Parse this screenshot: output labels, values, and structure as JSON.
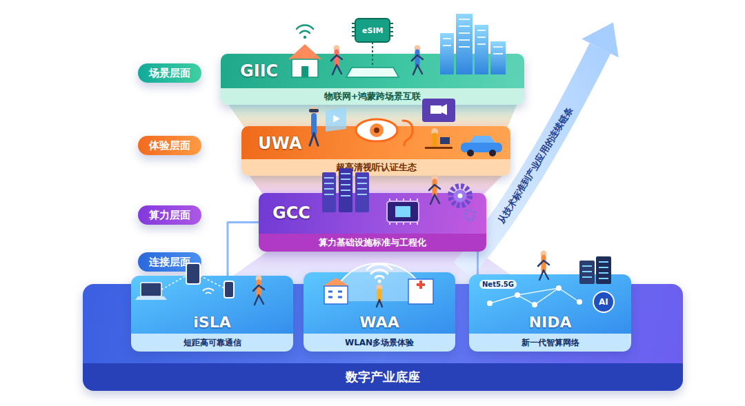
{
  "diagram": {
    "nodes": [
      {
        "text": [
          "场景层面"
        ]
      },
      {
        "text": [
          "GIIC",
          "物联网+鸿蒙跨场景互联"
        ]
      },
      {
        "text": [
          "体验层面"
        ]
      },
      {
        "text": [
          "UWA",
          "超高清视听认证生态"
        ]
      },
      {
        "text": [
          "算力层面"
        ]
      },
      {
        "text": [
          "GCC",
          "算力基础设施标准与工程化"
        ]
      },
      {
        "text": [
          "连接层面"
        ]
      },
      {
        "text": [
          "数字产业底座"
        ]
      },
      {
        "text": [
          "iSLA",
          "短距高可靠通信"
        ],
        "in": 7
      },
      {
        "text": [
          "WAA",
          "WLAN多场景体验"
        ],
        "in": 7
      },
      {
        "text": [
          "NIDA",
          "新一代智算网络"
        ],
        "in": 7
      }
    ],
    "edges": [
      {
        "from": 8,
        "to": 9,
        "arrow": "none"
      },
      {
        "from": 9,
        "to": 10,
        "arrow": "none"
      },
      {
        "from": 5,
        "to": 8,
        "arrow": "none"
      },
      {
        "from": 5,
        "to": 10,
        "arrow": "none"
      }
    ],
    "labels": [
      "eSIM",
      "Net5.5G",
      "AI",
      "从技术标准到产业应用的连续链条"
    ]
  }
}
